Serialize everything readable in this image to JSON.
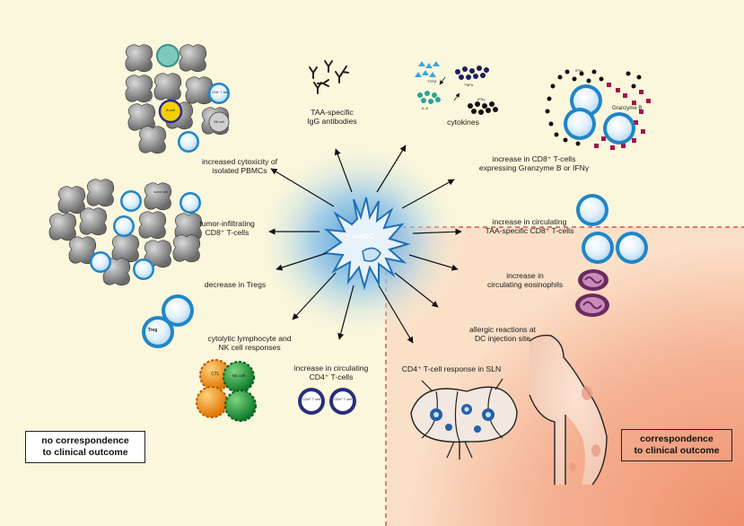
{
  "center": {
    "label": "moDC"
  },
  "labels": {
    "igg_line1": "TAA-specific",
    "igg_line2": "IgG antibodies",
    "cytokines": "cytokines",
    "pbmc_line1": "increased cytoxicity of",
    "pbmc_line2": "isolated PBMCs",
    "cd8gz_line1": "increase in CD8⁺ T-cells",
    "cd8gz_line2": "expressing Granzyme B or IFNγ",
    "til_line1": "tumor-infiltrating",
    "til_line2": "CD8⁺ T-cells",
    "taa_line1": "increase in circulating",
    "taa_line2": "TAA-specific CD8⁺ T-cells",
    "treg": "decrease in Tregs",
    "eos_line1": "increase in",
    "eos_line2": "circulating eosinophils",
    "ctl_line1": "cytolytic lymphocyte and",
    "ctl_line2": "NK cell responses",
    "allergic_line1": "allergic reactions at",
    "allergic_line2": "DC injection site",
    "cd4_line1": "increase in circulating",
    "cd4_line2": "CD4⁺ T-cells",
    "sln": "CD4⁺ T-cell response in SLN"
  },
  "small_labels": {
    "tgfb": "TGFβ",
    "tnfa": "TNFα",
    "il6": "IL-6",
    "ifng": "IFNγ",
    "ifng2": "IFNγ",
    "granzyme": "Granzyme B",
    "cd8": "CD8⁺ T cell",
    "treg": "Treg",
    "ctl": "CTL",
    "nk": "NK cell",
    "cd4": "CD4⁺ T cell",
    "bcell": "B cell",
    "nkcell": "NK cell",
    "tumor": "tumor cell"
  },
  "boxes": {
    "no_corr_line1": "no correspondence",
    "no_corr_line2": "to clinical outcome",
    "corr_line1": "correspondence",
    "corr_line2": "to clinical outcome"
  },
  "colors": {
    "background": "#fbf7dc",
    "salmon_region": "#f3a786",
    "dc_glow": "#6fb4e6",
    "tcell_blue": "#1f86c8",
    "granzyme": "#a5124a",
    "eosinophil": "#6d2a5e",
    "ctl_orange": "#f08a1c",
    "nk_green": "#1e9a3a",
    "cd4_navy": "#2a2e7a",
    "dashed_red": "#d2352f"
  }
}
